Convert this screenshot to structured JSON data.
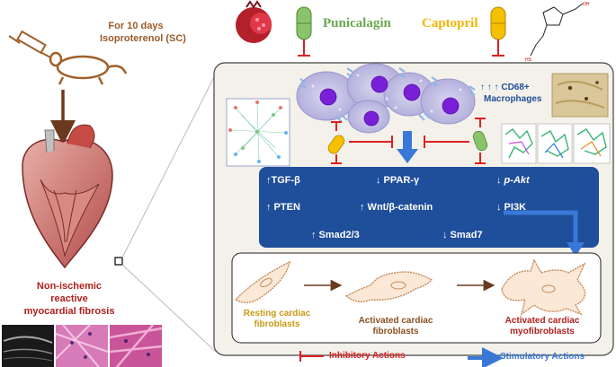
{
  "treatment": {
    "duration": "For 10 days",
    "drug": "Isoproterenol (SC)"
  },
  "condition": {
    "line1": "Non-ischemic",
    "line2": "reactive",
    "line3": "myocardial fibrosis"
  },
  "drugs": {
    "punicalagin": "Punicalagin",
    "captopril": "Captopril"
  },
  "macrophages": {
    "arrows": "↑ ↑ ↑",
    "marker": "CD68+",
    "label": "Macrophages"
  },
  "pathway": {
    "tgf_b": "↑TGF-β",
    "ppar_g": "↓ PPAR-γ",
    "p_akt": "↓ p-Akt",
    "pten": "↑ PTEN",
    "wnt": "↑ Wnt/β-catenin",
    "pi3k": "↓ PI3K",
    "smad23": "↑ Smad2/3",
    "smad7": "↓ Smad7"
  },
  "fibroblasts": {
    "resting_1": "Resting cardiac",
    "resting_2": "fibroblasts",
    "activated_1": "Activated cardiac",
    "activated_2": "fibroblasts",
    "myo_1": "Activated cardiac",
    "myo_2": "myofibroblasts"
  },
  "legend": {
    "inhibitory": "Inhibitory Actions",
    "stimulatory": "Stimulatory Actions"
  },
  "colors": {
    "brown": "#9a5a2a",
    "dark_red": "#b0201d",
    "punicalagin_green": "#6aa84f",
    "captopril_yellow": "#f1b600",
    "pathway_blue": "#1f4e9a",
    "inhibit_red": "#e02020",
    "stimulate_blue": "#3a78d8"
  }
}
